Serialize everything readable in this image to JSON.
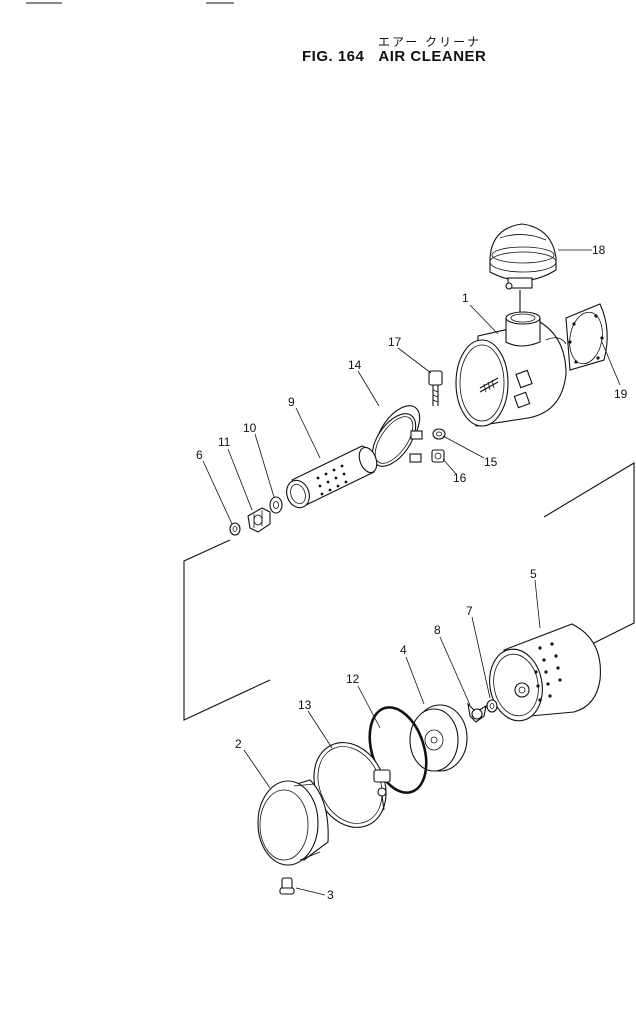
{
  "header": {
    "title_jp": "エアー クリーナ",
    "fig_number": "FIG. 164",
    "title": "AIR CLEANER"
  },
  "parts": [
    {
      "id": "p1",
      "label": "1"
    },
    {
      "id": "p2",
      "label": "2"
    },
    {
      "id": "p3",
      "label": "3"
    },
    {
      "id": "p4",
      "label": "4"
    },
    {
      "id": "p5",
      "label": "5"
    },
    {
      "id": "p6",
      "label": "6"
    },
    {
      "id": "p7",
      "label": "7"
    },
    {
      "id": "p8",
      "label": "8"
    },
    {
      "id": "p9",
      "label": "9"
    },
    {
      "id": "p10",
      "label": "10"
    },
    {
      "id": "p11",
      "label": "11"
    },
    {
      "id": "p12",
      "label": "12"
    },
    {
      "id": "p13",
      "label": "13"
    },
    {
      "id": "p14",
      "label": "14"
    },
    {
      "id": "p15",
      "label": "15"
    },
    {
      "id": "p16",
      "label": "16"
    },
    {
      "id": "p17",
      "label": "17"
    },
    {
      "id": "p18",
      "label": "18"
    },
    {
      "id": "p19",
      "label": "19"
    }
  ]
}
